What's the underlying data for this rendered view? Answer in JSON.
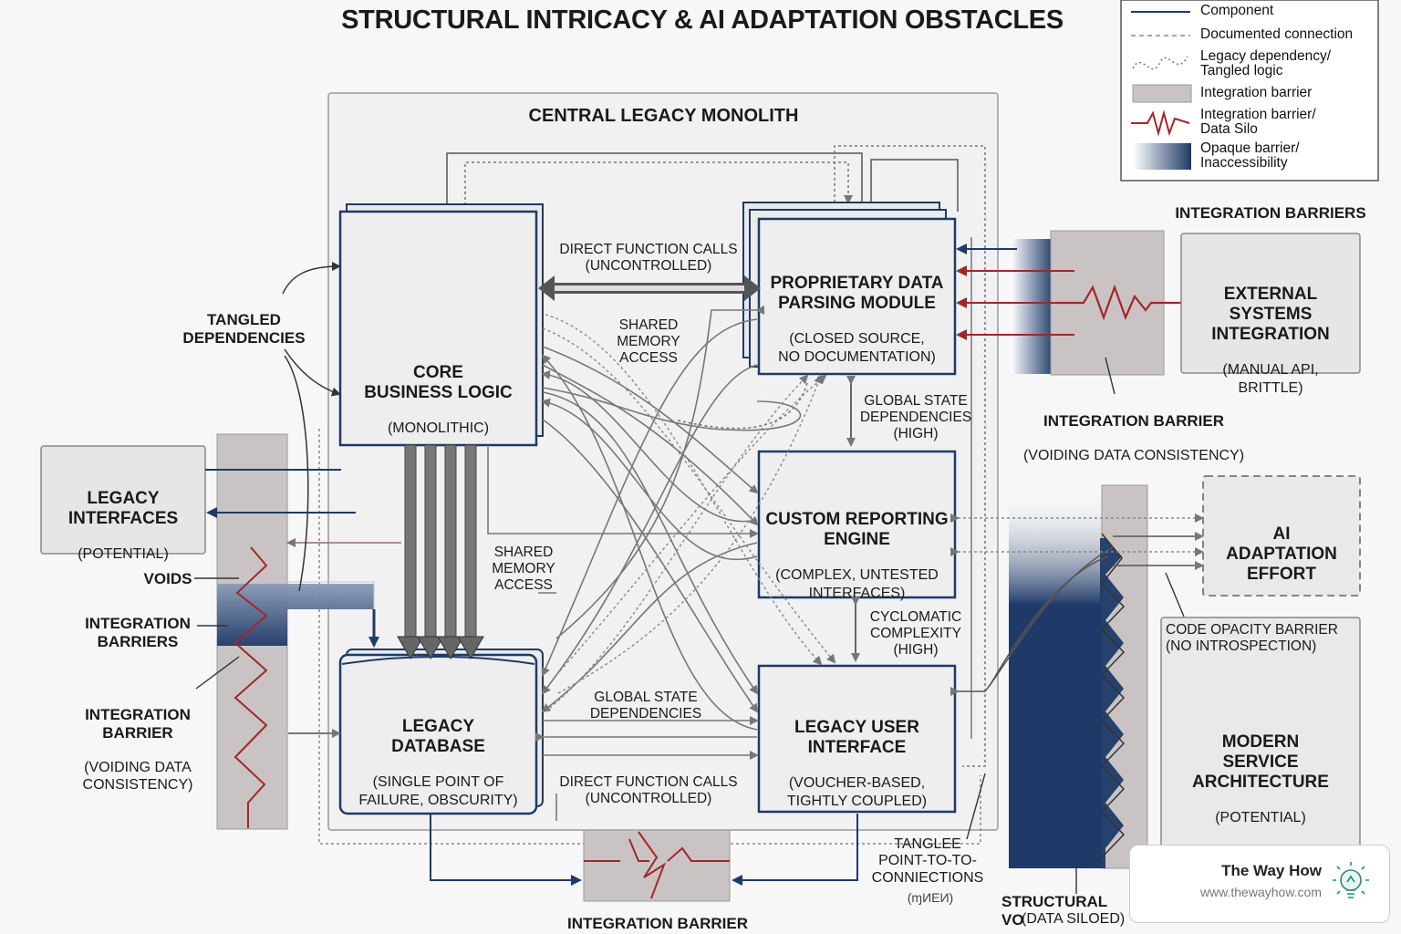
{
  "title": "STRUCTURAL INTRICACY & AI ADAPTATION OBSTACLES",
  "legend": {
    "items": [
      {
        "label": "Component",
        "icon": "solid-navy-line-icon"
      },
      {
        "label": "Documented connection",
        "icon": "dashed-gray-line-icon"
      },
      {
        "label": "Legacy dependency/\nTangled logic",
        "icon": "dotted-squiggle-icon"
      },
      {
        "label": "Integration barrier",
        "icon": "gray-block-icon"
      },
      {
        "label": "Integration barrier/\nData Silo",
        "icon": "red-zigzag-icon"
      },
      {
        "label": "Opaque barrier/\nInaccessibility",
        "icon": "navy-gradient-block-icon"
      }
    ]
  },
  "monolith": {
    "title": "CENTRAL LEGACY MONOLITH"
  },
  "components": {
    "core": {
      "title": "CORE\nBUSINESS LOGIC",
      "sub": "(MONOLITHIC)"
    },
    "parsing": {
      "title": "PROPRIETARY DATA\nPARSING MODULE",
      "sub": "(CLOSED SOURCE,\nNO DOCUMENTATION)"
    },
    "reporting": {
      "title": "CUSTOM REPORTING\nENGINE",
      "sub": "(COMPLEX, UNTESTED\nINTERFACES)"
    },
    "database": {
      "title": "LEGACY\nDATABASE",
      "sub": "(SINGLE POINT OF\nFAILURE, OBSCURITY)"
    },
    "ui": {
      "title": "LEGACY USER\nINTERFACE",
      "sub": "(VOUCHER-BASED,\nTIGHTLY COUPLED)"
    },
    "external": {
      "title": "EXTERNAL SYSTEMS\nINTEGRATION",
      "sub": "(MANUAL API,\nBRITTLE)"
    },
    "legacy_if": {
      "title": "LEGACY\nINTERFACES",
      "sub": "(POTENTIAL)"
    },
    "ai": {
      "title": "AI\nADAPTATION\nEFFORT"
    },
    "modern": {
      "title": "MODERN\nSERVICE\nARCHITECTURE",
      "sub": "(POTENTIAL)"
    }
  },
  "labels": {
    "direct_calls_top": "DIRECT FUNCTION CALLS\n(UNCONTROLLED)",
    "shared_memory_top": "SHARED\nMEMORY\nACCESS",
    "global_state_right": "GLOBAL STATE\nDEPENDENCIES\n(HIGH)",
    "shared_memory_mid": "SHARED\nMEMORY\nACCESS",
    "cyclomatic": "CYCLOMATIC\nCOMPLEXITY\n(HIGH)",
    "global_state_bottom": "GLOBAL STATE\nDEPENDENCIES",
    "direct_calls_bottom": "DIRECT FUNCTION CALLS\n(UNCONTROLLED)",
    "tangled_deps": "TANGLED\nDEPENDENCIES",
    "voids": "VOIDS",
    "integration_barriers_left": "INTEGRATION\nBARRIERS",
    "integration_barrier_left_title": "INTEGRATION\nBARRIER",
    "integration_barrier_left_sub": "(VOIDING DATA\nCONSISTENCY)",
    "integration_barriers_top_right": "INTEGRATION BARRIERS",
    "integration_barrier_right_title": "INTEGRATION BARRIER",
    "integration_barrier_right_sub": "(VOIDING DATA CONSISTENCY)",
    "code_opacity": "CODE OPACITY BARRIER\n(NO INTROSPECTION)",
    "tanglee": "TANGLEE\nPOINT-TO-TO-\nCONNIECTIONS",
    "tanglee_sub": "(ɱИЕИ)",
    "structural_vo": "STRUCTURAL VO",
    "data_siloed": "(DATA SILOED)",
    "integration_barrier_bottom": "INTEGRATION BARRIER"
  },
  "brand": {
    "name": "The Way How",
    "url": "www.thewayhow.com"
  },
  "colors": {
    "navy": "#1f3a68",
    "red": "#a3262a",
    "gray_barrier": "#c9c4c3",
    "box_fill": "#eeeeee"
  }
}
